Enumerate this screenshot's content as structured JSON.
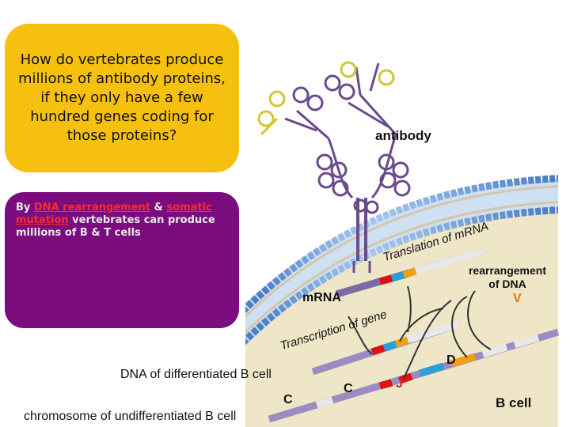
{
  "question": "How do vertebrates produce millions of antibody proteins, if they only have a few hundred genes coding for those proteins?",
  "answer": {
    "prefix": "By ",
    "term1": "DNA rearrangement",
    "mid": " & ",
    "term2": "somatic mutation",
    "rest": " vertebrates can produce millions of B & T cells"
  },
  "labels": {
    "antibody": "antibody",
    "translation": "Translation of mRNA",
    "mrna": "mRNA",
    "transcription": "Transcription of gene",
    "rearrangement": "rearrangement of DNA",
    "v": "V",
    "d": "D",
    "j": "J",
    "c_left": "C",
    "c_mid": "C",
    "dna_diff": "DNA of differentiated B cell",
    "chromosome": "chromosome of undifferentiated B cell",
    "bcell": "B cell"
  },
  "colors": {
    "question_box": "#f6c10e",
    "answer_box": "#7b0c7e",
    "highlight": "#ff2a2a",
    "membrane": "#6a9fd8",
    "cell_interior": "#efe6c8",
    "antibody": "#6b4a8c",
    "v_label": "#e07a10",
    "j_label": "#d02020"
  }
}
